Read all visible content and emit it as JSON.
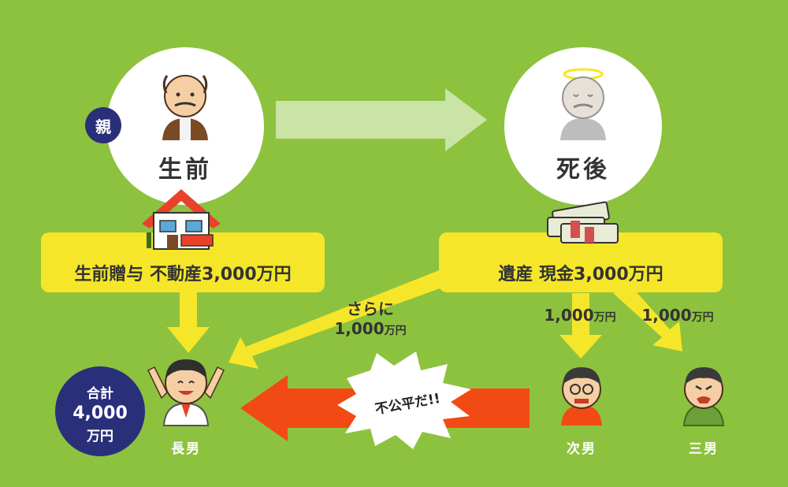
{
  "parent_badge": "親",
  "stages": {
    "before": "生前",
    "after": "死後"
  },
  "boxes": {
    "left": "生前贈与 不動産3,000万円",
    "right": "遺産 現金3,000万円"
  },
  "flows": {
    "extra_line1": "さらに",
    "extra_amount": "1,000",
    "unit": "万円",
    "second_son_amount": "1,000",
    "third_son_amount": "1,000"
  },
  "persons": {
    "eldest": "長男",
    "second": "次男",
    "third": "三男"
  },
  "total": {
    "label": "合計",
    "amount": "4,000",
    "unit": "万円"
  },
  "complaint": "不公平だ!!",
  "colors": {
    "background": "#8dc23f",
    "box": "#f5e62a",
    "flow_arrow": "#f5e62a",
    "complaint_arrow": "#f24a14",
    "badge": "#2a2f7a",
    "stage_arrow": "#c9e4a4"
  },
  "icons": [
    "parent-icon",
    "deceased-parent-icon",
    "house-icon",
    "money-bundles-icon",
    "eldest-son-icon",
    "second-son-icon",
    "third-son-icon"
  ]
}
